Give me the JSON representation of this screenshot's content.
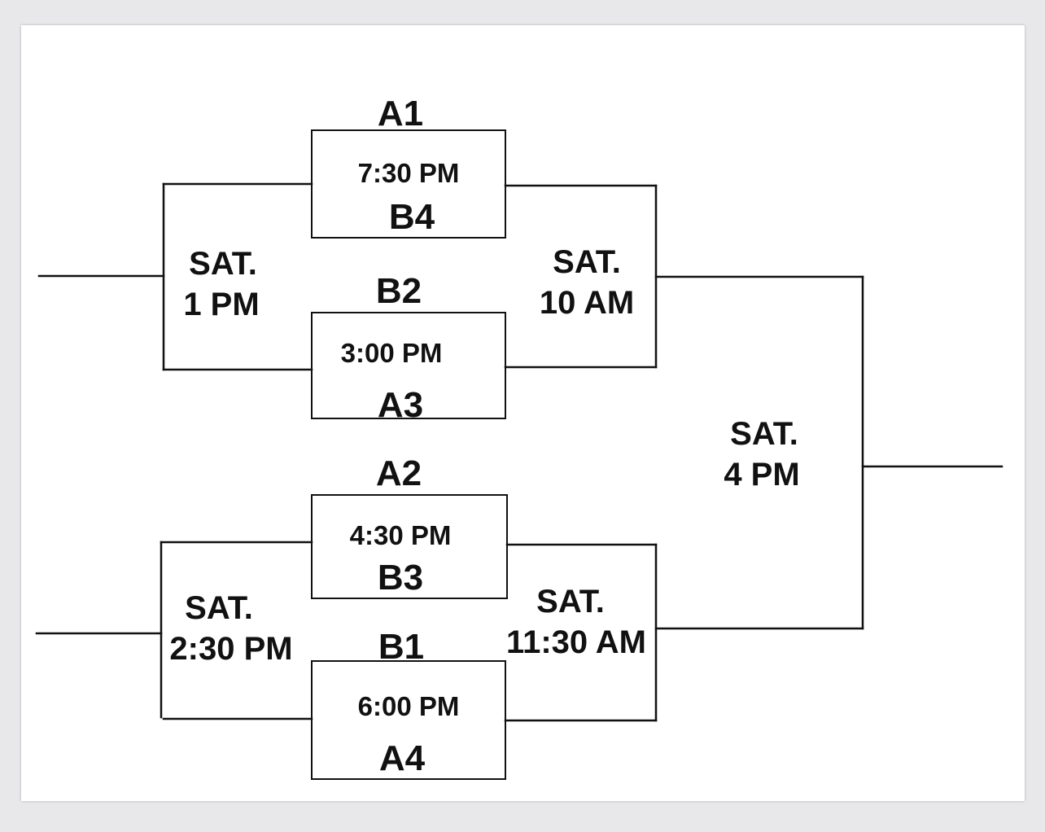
{
  "matches": [
    {
      "top_team": "A1",
      "time": "7:30 PM",
      "bottom_team": "B4"
    },
    {
      "top_team": "B2",
      "time": "3:00 PM",
      "bottom_team": "A3"
    },
    {
      "top_team": "A2",
      "time": "4:30 PM",
      "bottom_team": "B3"
    },
    {
      "top_team": "B1",
      "time": "6:00 PM",
      "bottom_team": "A4"
    }
  ],
  "consolation_games": [
    {
      "day": "SAT.",
      "time": "1 PM"
    },
    {
      "day": "SAT.",
      "time": "2:30 PM"
    }
  ],
  "semifinals": [
    {
      "day": "SAT.",
      "time": "10 AM"
    },
    {
      "day": "SAT.",
      "time": "11:30 AM"
    }
  ],
  "final": {
    "day": "SAT.",
    "time": "4 PM"
  }
}
